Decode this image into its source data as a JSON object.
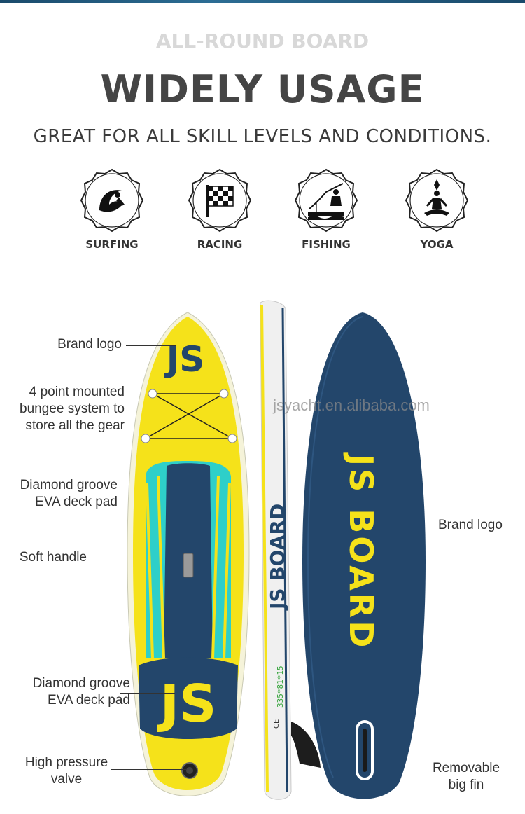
{
  "header": {
    "kicker": "ALL-ROUND BOARD",
    "headline": "WIDELY USAGE",
    "tagline": "GREAT FOR ALL SKILL LEVELS AND CONDITIONS."
  },
  "usages": [
    {
      "label": "SURFING",
      "icon": "surfing-icon"
    },
    {
      "label": "RACING",
      "icon": "checkered-flag-icon"
    },
    {
      "label": "FISHING",
      "icon": "fishing-icon"
    },
    {
      "label": "YOGA",
      "icon": "yoga-icon"
    }
  ],
  "callouts": {
    "brand_logo_left": "Brand logo",
    "bungee": [
      "4 point mounted",
      "bungee system to",
      "store all the gear"
    ],
    "deck_pad_top": [
      "Diamond groove",
      "EVA deck pad"
    ],
    "handle": "Soft handle",
    "deck_pad_bottom": [
      "Diamond groove",
      "EVA deck pad"
    ],
    "valve": [
      "High pressure",
      "valve"
    ],
    "brand_logo_right": "Brand logo",
    "fin": [
      "Removable",
      "big fin"
    ]
  },
  "board": {
    "deck_logo": "JS",
    "bottom_text": "JS BOARD",
    "side_text": "JS BOARD",
    "side_spec": "335*81*15",
    "side_ce": "CE"
  },
  "watermark": "jsyacht.en.alibaba.com",
  "colors": {
    "yellow": "#f5e21a",
    "navy": "#23466b",
    "teal": "#2ecfc9",
    "text": "#333333"
  }
}
